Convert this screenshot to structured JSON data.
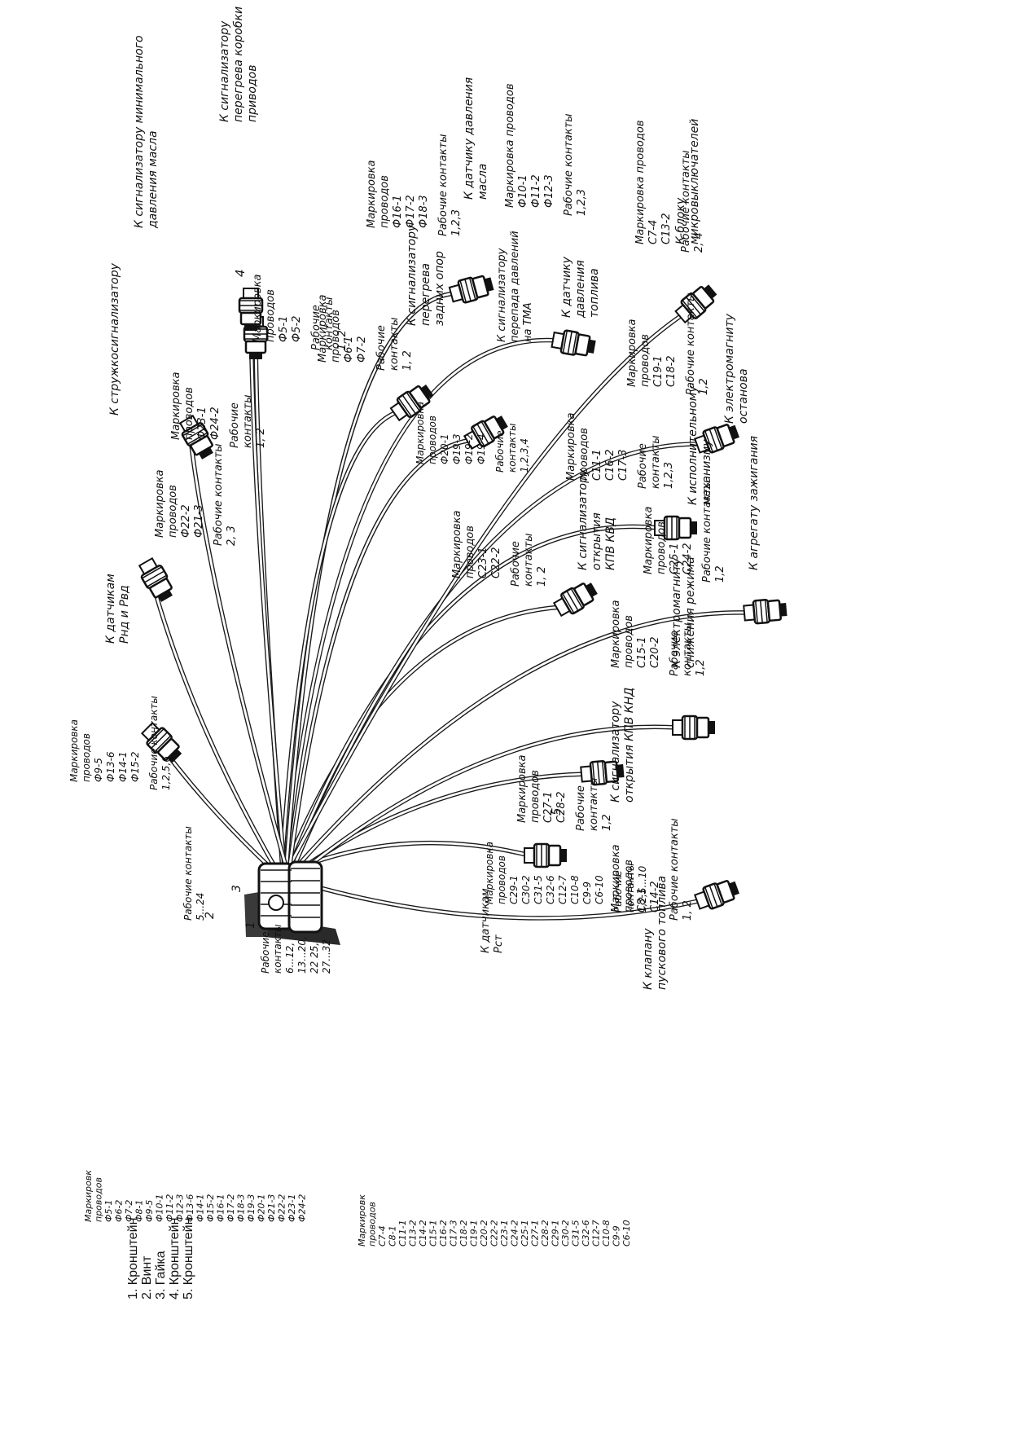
{
  "connectors": [
    {
      "id": "main",
      "marking_title": [
        "Маркировка",
        "проводов"
      ],
      "markings": [
        "С29-1",
        "С30-2",
        "С31-5",
        "С32-6",
        "С12-7",
        "С10-8",
        "С9-9",
        "С6-10"
      ],
      "contacts_title": [
        "Рабочие",
        "контакты"
      ],
      "contacts": [
        "1,2,5...10"
      ],
      "target": [
        "К датчикам",
        "Рст"
      ],
      "callout": "5"
    },
    {
      "id": "c-cold-start",
      "marking_title": [
        "Маркировка",
        "проводов"
      ],
      "markings": [
        "С8-1",
        "С14-2"
      ],
      "contacts_title": [
        "Рабочие контакты"
      ],
      "contacts": [
        "1, 2"
      ],
      "target": [
        "К клапану",
        "пускового топлива"
      ],
      "callout": ""
    },
    {
      "id": "c-kpv-knd",
      "marking_title": [
        "Маркировка",
        "проводов"
      ],
      "markings": [
        "С27-1",
        "С28-2"
      ],
      "contacts_title": [
        "Рабочие",
        "контакты"
      ],
      "contacts": [
        "1,2"
      ],
      "target": [
        "К сигнализатору",
        "открытия КПВ КНД"
      ],
      "callout": ""
    },
    {
      "id": "c-mode",
      "marking_title": [
        "Маркировка",
        "проводов"
      ],
      "markings": [
        "С15-1",
        "С20-2"
      ],
      "contacts_title": [
        "Рабочие",
        "контакты"
      ],
      "contacts": [
        "1,2"
      ],
      "target": [
        "К электромагниту",
        "снижения режима"
      ],
      "callout": ""
    },
    {
      "id": "c-ignition",
      "marking_title": [
        "Маркировка",
        "проводов"
      ],
      "markings": [
        "С25-1",
        "С24-2"
      ],
      "contacts_title": [
        "Рабочие контакты"
      ],
      "contacts": [
        "1,2"
      ],
      "target": [
        "К агрегату зажигания"
      ],
      "callout": ""
    },
    {
      "id": "c-kpv-kvd",
      "marking_title": [
        "Маркировка",
        "проводов"
      ],
      "markings": [
        "С23-1",
        "С22-2"
      ],
      "contacts_title": [
        "Рабочие",
        "контакты"
      ],
      "contacts": [
        "1, 2"
      ],
      "target": [
        "К сигнализатору",
        "открытия",
        "КПВ КВД"
      ],
      "callout": ""
    },
    {
      "id": "c-actuator",
      "marking_title": [
        "Маркировка",
        "проводов"
      ],
      "markings": [
        "С11-1",
        "С16-2",
        "С17-3"
      ],
      "contacts_title": [
        "Рабочие",
        "контакты"
      ],
      "contacts": [
        "1,2,3"
      ],
      "target": [
        "К исполнительному",
        "механизму"
      ],
      "callout": ""
    },
    {
      "id": "c-stop",
      "marking_title": [
        "Маркировка",
        "проводов"
      ],
      "markings": [
        "С19-1",
        "С18-2"
      ],
      "contacts_title": [
        "Рабочие контакты"
      ],
      "contacts": [
        "1,2"
      ],
      "target": [
        "К электромагниту",
        "останова"
      ],
      "callout": ""
    },
    {
      "id": "c-micro",
      "marking_title": [
        "Маркировка проводов"
      ],
      "markings": [
        "С7-4",
        "С13-2"
      ],
      "contacts_title": [
        "Рабочие контакты"
      ],
      "contacts": [
        "2, 4"
      ],
      "target": [
        "К блоку",
        "микровыключателей"
      ],
      "callout": ""
    },
    {
      "id": "c-fuel-pres",
      "marking_title": [
        "Маркировка проводов"
      ],
      "markings": [
        "Ф10-1",
        "Ф11-2",
        "Ф12-3"
      ],
      "contacts_title": [
        "Рабочие контакты"
      ],
      "contacts": [
        "1,2,3"
      ],
      "target": [
        "К датчику",
        "давления",
        "топлива"
      ],
      "callout": ""
    },
    {
      "id": "c-oil-pres",
      "marking_title": [
        "Маркировка",
        "проводов"
      ],
      "markings": [
        "Ф16-1",
        "Ф17-2",
        "Ф18-3"
      ],
      "contacts_title": [
        "Рабочие контакты"
      ],
      "contacts": [
        "1,2,3"
      ],
      "target": [
        "К датчику давления",
        "масла"
      ],
      "callout": ""
    },
    {
      "id": "c-tma",
      "marking_title": [
        "Маркировка",
        "проводов"
      ],
      "markings": [
        "Ф20-1",
        "Ф19-3",
        "Ф19-2",
        "Ф19-4"
      ],
      "contacts_title": [
        "Рабочие",
        "контакты"
      ],
      "contacts": [
        "1,2,3,4"
      ],
      "target": [
        "К сигнализатору",
        "перепада давлений",
        "на ТМА"
      ],
      "callout": ""
    },
    {
      "id": "c-rear",
      "marking_title": [
        "Маркировка",
        "проводов"
      ],
      "markings": [
        "Ф6-1",
        "Ф7-2"
      ],
      "contacts_title": [
        "Рабочие",
        "контакты"
      ],
      "contacts": [
        "1, 2"
      ],
      "target": [
        "К сигнализатору",
        "перегрева",
        "задних опор"
      ],
      "callout": ""
    },
    {
      "id": "c-min-oil",
      "marking_title": [
        "Маркировка",
        "проводов"
      ],
      "markings": [
        "Ф5-1",
        "Ф5-2"
      ],
      "contacts_title": [
        "Рабочие",
        "контакты"
      ],
      "contacts": [
        "1, 2"
      ],
      "target": [
        "К сигнализатору минимального",
        "давления масла"
      ],
      "callout": ""
    },
    {
      "id": "c-box",
      "marking_title": [],
      "markings": [],
      "contacts_title": [],
      "contacts": [],
      "target": [
        "К сигнализатору",
        "перегрева коробки",
        "приводов"
      ],
      "callout": "4"
    },
    {
      "id": "c-chip",
      "marking_title": [
        "Маркировка",
        "проводов"
      ],
      "markings": [
        "Ф23-1",
        "Ф24-2"
      ],
      "contacts_title": [
        "Рабочие",
        "контакты"
      ],
      "contacts": [
        "1, 2"
      ],
      "target": [
        "К стружкосигнализатору"
      ],
      "callout": ""
    },
    {
      "id": "c-pnd",
      "marking_title": [
        "Маркировка",
        "проводов"
      ],
      "markings": [
        "Ф22-2",
        "Ф21-3"
      ],
      "contacts_title": [
        "Рабочие контакты"
      ],
      "contacts": [
        "2, 3"
      ],
      "target": [
        "К датчикам",
        "Рнд и Рвд"
      ],
      "callout": ""
    },
    {
      "id": "c-left",
      "marking_title": [
        "Маркировка",
        "проводов"
      ],
      "markings": [
        "Ф9-5",
        "Ф13-6",
        "Ф14-1",
        "Ф15-2"
      ],
      "contacts_title": [
        "Рабочие контакты"
      ],
      "contacts": [
        "1,2,5,6"
      ],
      "target": [],
      "callout": ""
    }
  ],
  "plug_labels": [
    {
      "id": "left",
      "title": [
        "Рабочие контакты"
      ],
      "values": [
        "5...24"
      ]
    },
    {
      "id": "right",
      "title": [
        "Рабочие",
        "контакты"
      ],
      "values": [
        "6...12,",
        "13...20,",
        "22  25,",
        "27...32"
      ]
    }
  ],
  "callouts": [
    "1",
    "2",
    "3"
  ],
  "tables": [
    {
      "id": "f-table",
      "title": [
        "Маркировк",
        "проводов"
      ],
      "rows": [
        "Ф5-1",
        "Ф6-2",
        "Ф7-2",
        "Ф8-1",
        "Ф9-5",
        "Ф10-1",
        "Ф11-2",
        "Ф12-3",
        "Ф13-6",
        "Ф14-1",
        "Ф15-2",
        "Ф16-1",
        "Ф17-2",
        "Ф18-3",
        "Ф19-3",
        "Ф20-1",
        "Ф21-3",
        "Ф22-2",
        "Ф23-1",
        "Ф24-2"
      ]
    },
    {
      "id": "c-table",
      "title": [
        "Маркировк",
        "проводов"
      ],
      "rows": [
        "С7-4",
        "С8-1",
        "С11-1",
        "С13-2",
        "С14-2",
        "С15-1",
        "С16-2",
        "С17-3",
        "С18-2",
        "С19-1",
        "С20-2",
        "С22-2",
        "С23-1",
        "С24-2",
        "С25-1",
        "С27-1",
        "С28-2",
        "С29-1",
        "С30-2",
        "С31-5",
        "С32-6",
        "С12-7",
        "С10-8",
        "С9-9",
        "С6-10"
      ]
    }
  ],
  "legend": [
    {
      "num": "1.",
      "text": "Кронштейн"
    },
    {
      "num": "2.",
      "text": "Винт"
    },
    {
      "num": "3.",
      "text": "Гайка"
    },
    {
      "num": "4.",
      "text": "Кронштейн"
    },
    {
      "num": "5.",
      "text": "Кронштейн"
    }
  ]
}
